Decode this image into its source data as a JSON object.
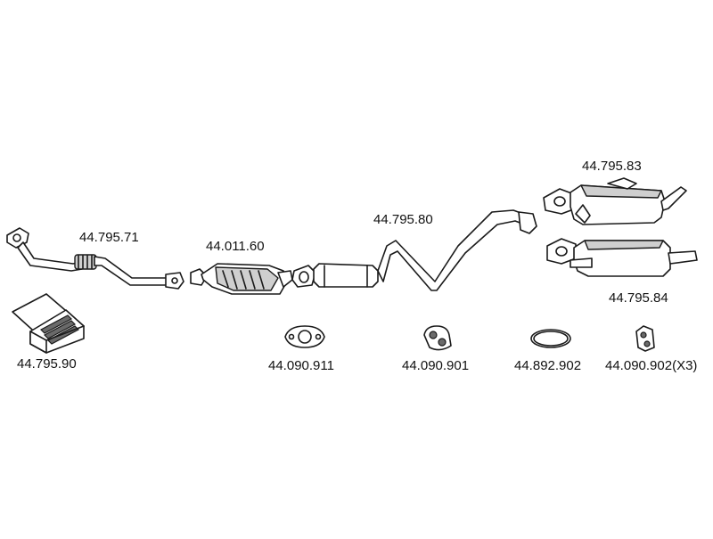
{
  "parts": {
    "front_pipe": "44.795.71",
    "catalytic_converter": "44.011.60",
    "middle_pipe": "44.795.80",
    "rear_silencer_upper": "44.795.83",
    "rear_silencer_lower": "44.795.84",
    "mounting_kit": "44.795.90",
    "gasket_flange": "44.090.911",
    "rubber_hanger_round": "44.090.901",
    "sealing_ring": "44.892.902",
    "rubber_hanger_small": "44.090.902(X3)"
  },
  "icons": [
    "front-pipe-icon",
    "catalytic-converter-icon",
    "middle-pipe-icon",
    "rear-silencer-icon",
    "mounting-kit-box-icon",
    "gasket-icon",
    "rubber-hanger-icon",
    "sealing-ring-icon"
  ]
}
